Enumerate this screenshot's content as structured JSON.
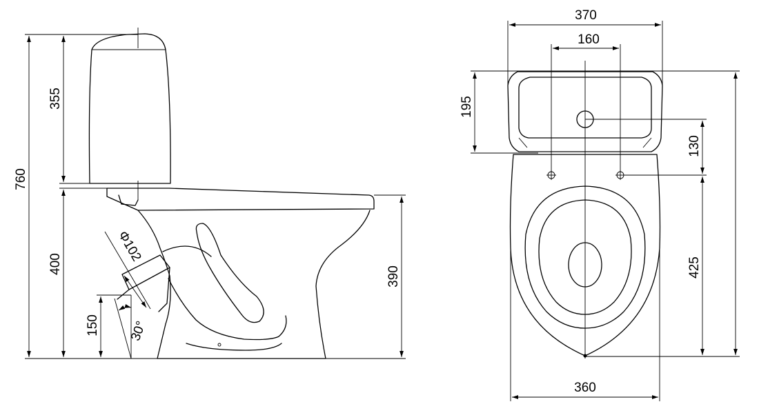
{
  "side_view": {
    "total_height": "760",
    "tank_height": "355",
    "seat_height": "400",
    "bowl_height": "390",
    "outlet_height": "150",
    "outlet_angle": "30°",
    "outlet_diameter": "Φ102"
  },
  "top_view": {
    "overall_width": "370",
    "mounting_spacing": "160",
    "tank_depth": "195",
    "hole_offset": "130",
    "bowl_length": "425",
    "base_width": "360"
  }
}
